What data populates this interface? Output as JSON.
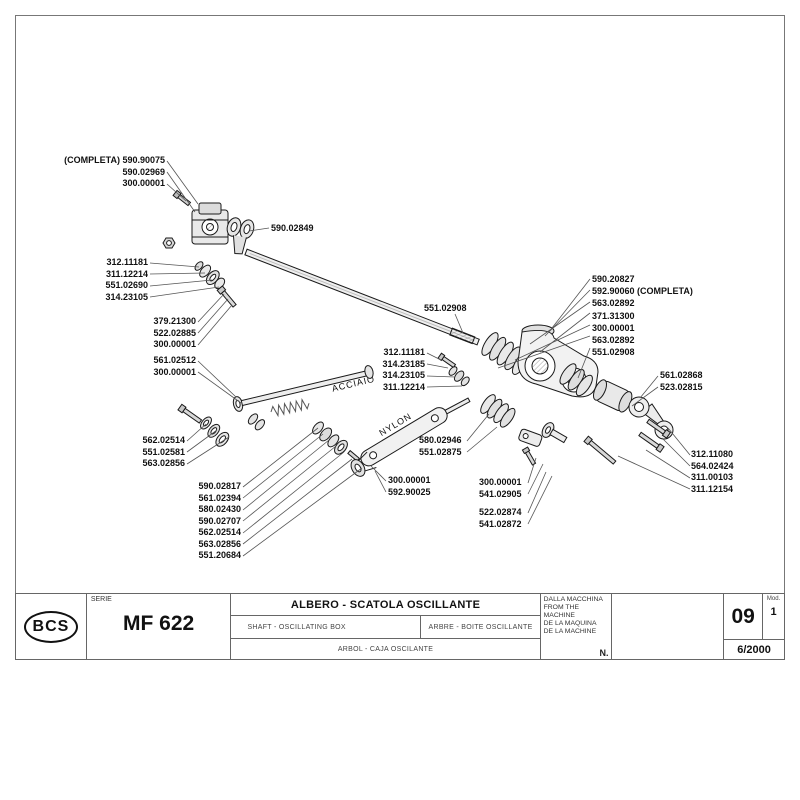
{
  "diagram": {
    "materials": {
      "steel": "ACCIAIO",
      "nylon": "NYLON"
    },
    "labels": {
      "complete_assembly_top": [
        "(COMPLETA) 590.90075",
        "590.02969",
        "300.00001"
      ],
      "fork": "590.02849",
      "left_washers": [
        "312.11181",
        "311.12214",
        "551.02690",
        "314.23105"
      ],
      "left_bolt": [
        "379.21300",
        "522.02885",
        "300.00001"
      ],
      "left_rod": [
        "561.02512",
        "300.00001"
      ],
      "main_shaft": "551.02908",
      "center_hardware": [
        "312.11181",
        "314.23185",
        "314.23105",
        "311.12214"
      ],
      "left_lower_washers": [
        "562.02514",
        "551.02581",
        "563.02856"
      ],
      "lower_left_stack": [
        "590.02817",
        "561.02394",
        "580.02430",
        "590.02707",
        "562.02514",
        "563.02856",
        "551.20684"
      ],
      "bellows": [
        "580.02946",
        "551.02875"
      ],
      "nylon_fork": [
        "300.00001",
        "592.90025"
      ],
      "right_assembly": [
        "590.20827",
        "592.90060 (COMPLETA)",
        "563.02892",
        "371.31300",
        "300.00001",
        "563.02892",
        "551.02908"
      ],
      "right_clamp": [
        "561.02868",
        "523.02815"
      ],
      "right_hardware": [
        "312.11080",
        "564.02424",
        "311.00103",
        "311.12154"
      ],
      "lower_center_a": [
        "300.00001",
        "541.02905"
      ],
      "lower_center_b": [
        "522.02874",
        "541.02872"
      ]
    }
  },
  "title_block": {
    "logo": "BCS",
    "serie_label": "SERIE",
    "serie_value": "MF 622",
    "title_it": "ALBERO - SCATOLA OSCILLANTE",
    "title_en": "SHAFT - OSCILLATING BOX",
    "title_fr": "ARBRE - BOITE OSCILLANTE",
    "title_es": "ARBOL - CAJA OSCILANTE",
    "from_machine": [
      "DALLA MACCHINA",
      "FROM THE MACHINE",
      "DE LA MAQUINA",
      "DE LA MACHINE"
    ],
    "n_label": "N.",
    "page_number": "09",
    "mod_label": "Mod.",
    "mod_value": "1",
    "date": "6/2000"
  }
}
